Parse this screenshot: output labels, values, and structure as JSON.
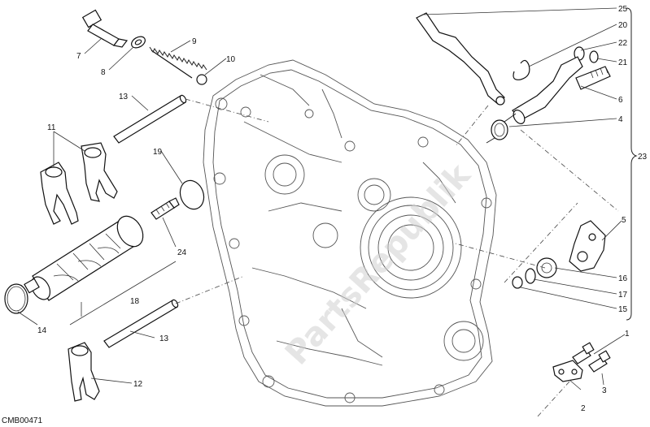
{
  "drawing_code": "CMB00471",
  "watermark": "PartsRepublik",
  "callouts": {
    "c1": "1",
    "c2": "2",
    "c3": "3",
    "c4": "4",
    "c5": "5",
    "c6": "6",
    "c7": "7",
    "c8": "8",
    "c9": "9",
    "c10": "10",
    "c11": "11",
    "c12": "12",
    "c13a": "13",
    "c13b": "13",
    "c14": "14",
    "c15": "15",
    "c16": "16",
    "c17": "17",
    "c18": "18",
    "c19": "19",
    "c20": "20",
    "c21": "21",
    "c22": "22",
    "c23": "23",
    "c24": "24",
    "c25": "25"
  }
}
